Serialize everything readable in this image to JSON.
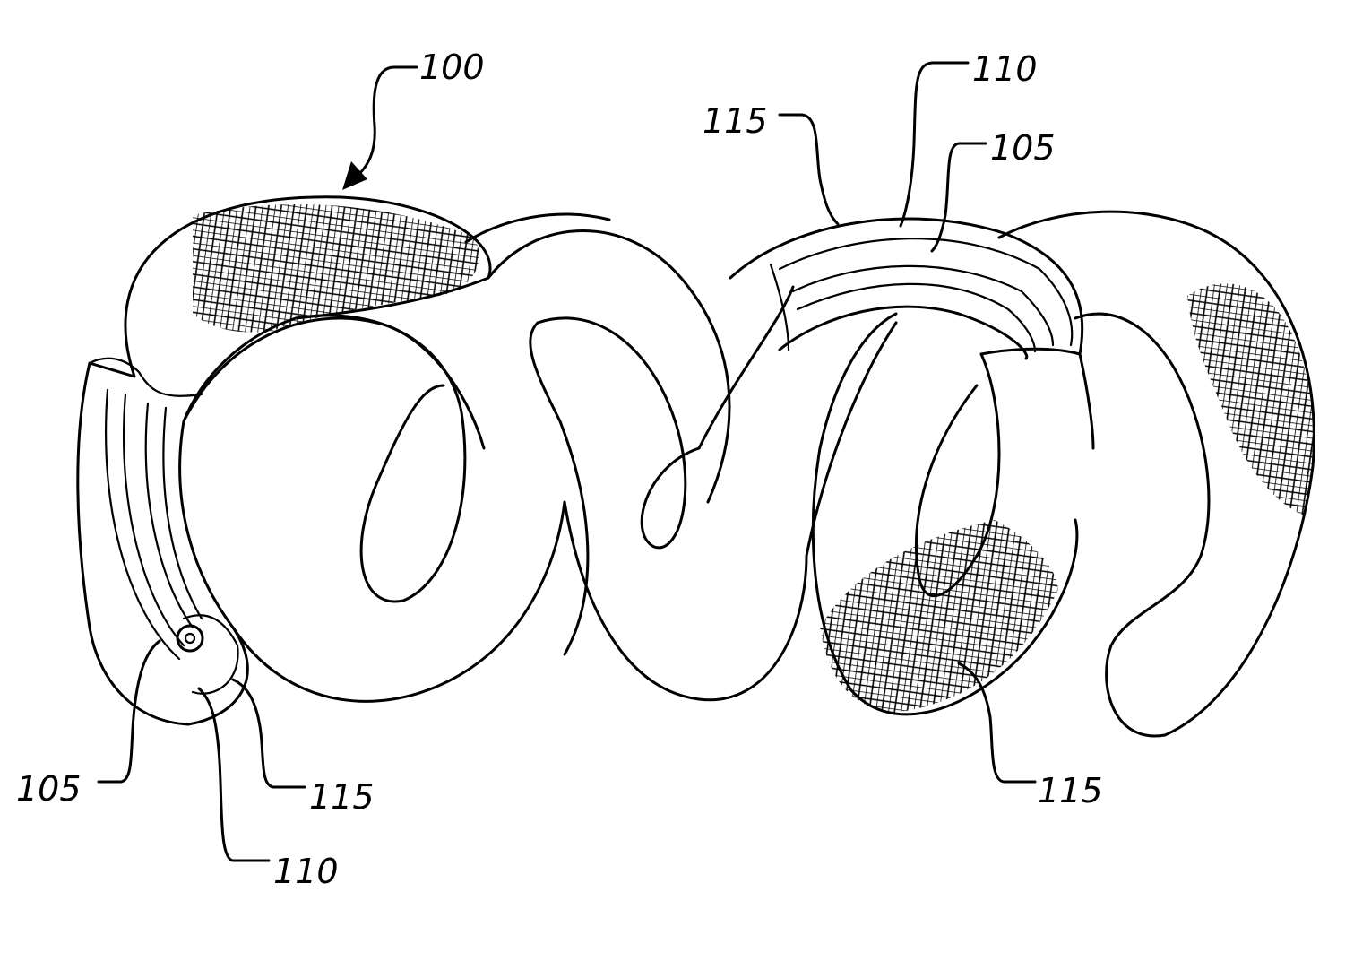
{
  "figure": {
    "labels": {
      "ref_100": "100",
      "ref_110_top": "110",
      "ref_115_top": "115",
      "ref_105_top": "105",
      "ref_105_left": "105",
      "ref_115_left": "115",
      "ref_110_left": "110",
      "ref_115_right": "115"
    },
    "colors": {
      "ink": "#000000",
      "background": "#ffffff"
    }
  }
}
